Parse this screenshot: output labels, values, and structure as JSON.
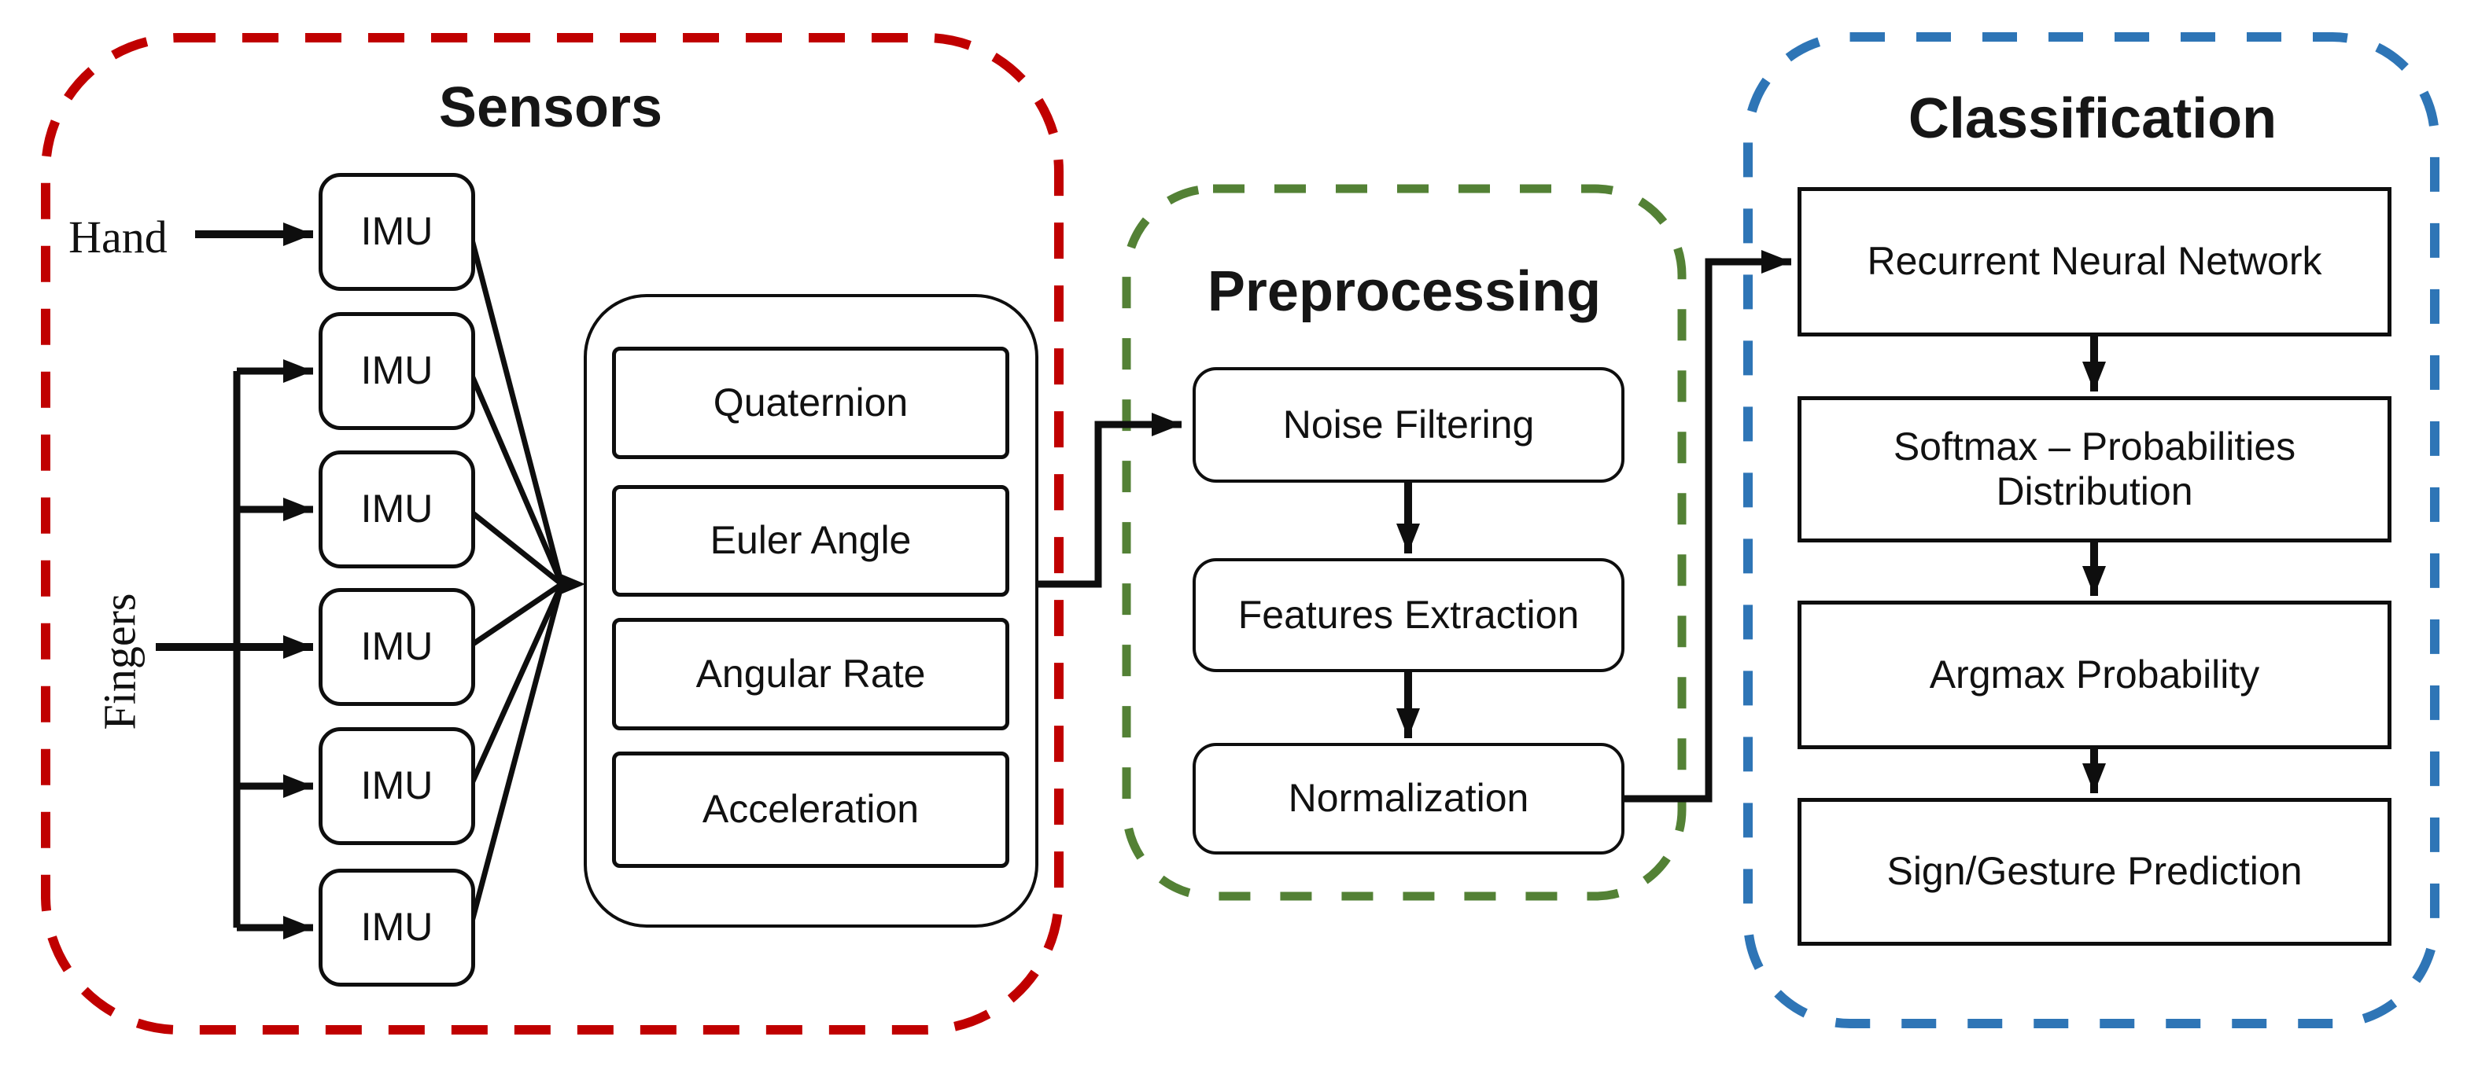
{
  "colors": {
    "sensors_border": "#c00000",
    "preprocessing_border": "#538135",
    "classification_border": "#2e75b6",
    "connector": "#0e0e0e",
    "box_background": "#ffffff",
    "text": "#111111"
  },
  "sensors": {
    "title": "Sensors",
    "input_labels": {
      "hand": "Hand",
      "fingers": "Fingers"
    },
    "imu_labels": [
      "IMU",
      "IMU",
      "IMU",
      "IMU",
      "IMU",
      "IMU"
    ],
    "outputs": [
      "Quaternion",
      "Euler Angle",
      "Angular Rate",
      "Acceleration"
    ]
  },
  "preprocessing": {
    "title": "Preprocessing",
    "steps": [
      "Noise Filtering",
      "Features Extraction",
      "Normalization"
    ]
  },
  "classification": {
    "title": "Classification",
    "steps": [
      {
        "label": "Recurrent Neural Network"
      },
      {
        "label_line1": "Softmax – Probabilities",
        "label_line2": "Distribution"
      },
      {
        "label": "Argmax Probability"
      },
      {
        "label": "Sign/Gesture Prediction"
      }
    ]
  }
}
